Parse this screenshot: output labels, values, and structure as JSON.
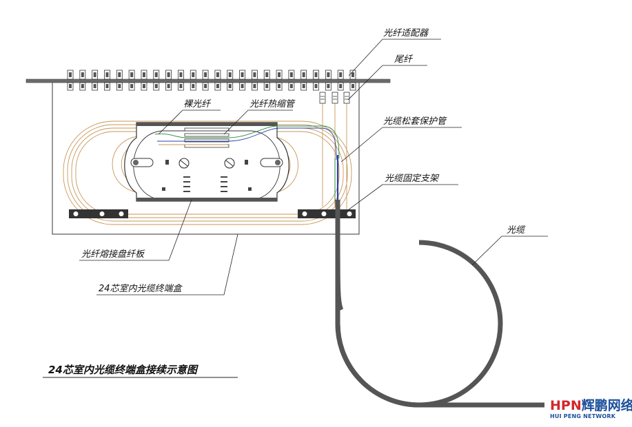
{
  "labels": {
    "adapter": "光纤适配器",
    "pigtail": "尾纤",
    "bare_fiber": "裸光纤",
    "heat_shrink": "光纤热缩管",
    "loose_tube": "光缆松套保护管",
    "fixing_bracket": "光缆固定支架",
    "cable": "光缆",
    "splice_tray": "光纤熔接盘纤板",
    "terminal_box": "24芯室内光缆终端盒"
  },
  "title": "24芯室内光缆终端盒接续示意图",
  "logo": {
    "hpn": "HPN",
    "cn": "辉鹏网络",
    "sub": "HUI PENG NETWORK"
  },
  "colors": {
    "fiber_orange": "#c8965a",
    "fiber_green": "#2a8a3a",
    "fiber_blue": "#2b3fa8",
    "cable_gray": "#555555",
    "logo_red": "#d2262c",
    "logo_blue": "#1a4f9c"
  },
  "adapter_count": 24
}
